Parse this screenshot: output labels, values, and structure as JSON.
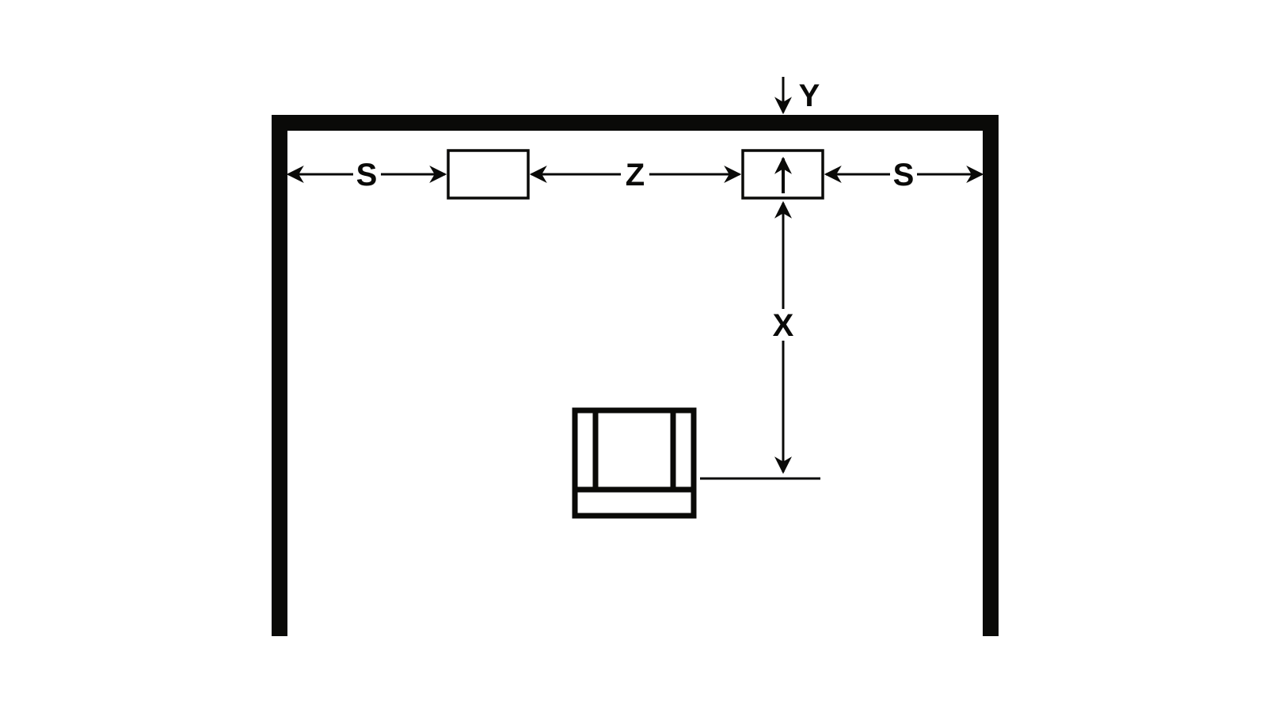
{
  "diagram": {
    "labels": {
      "spacing_left": "S",
      "spacing_between": "Z",
      "spacing_right": "S",
      "ceiling_offset": "Y",
      "distance_to_viewer": "X"
    },
    "colors": {
      "stroke": "#0a0a08",
      "background": "#ffffff"
    }
  }
}
